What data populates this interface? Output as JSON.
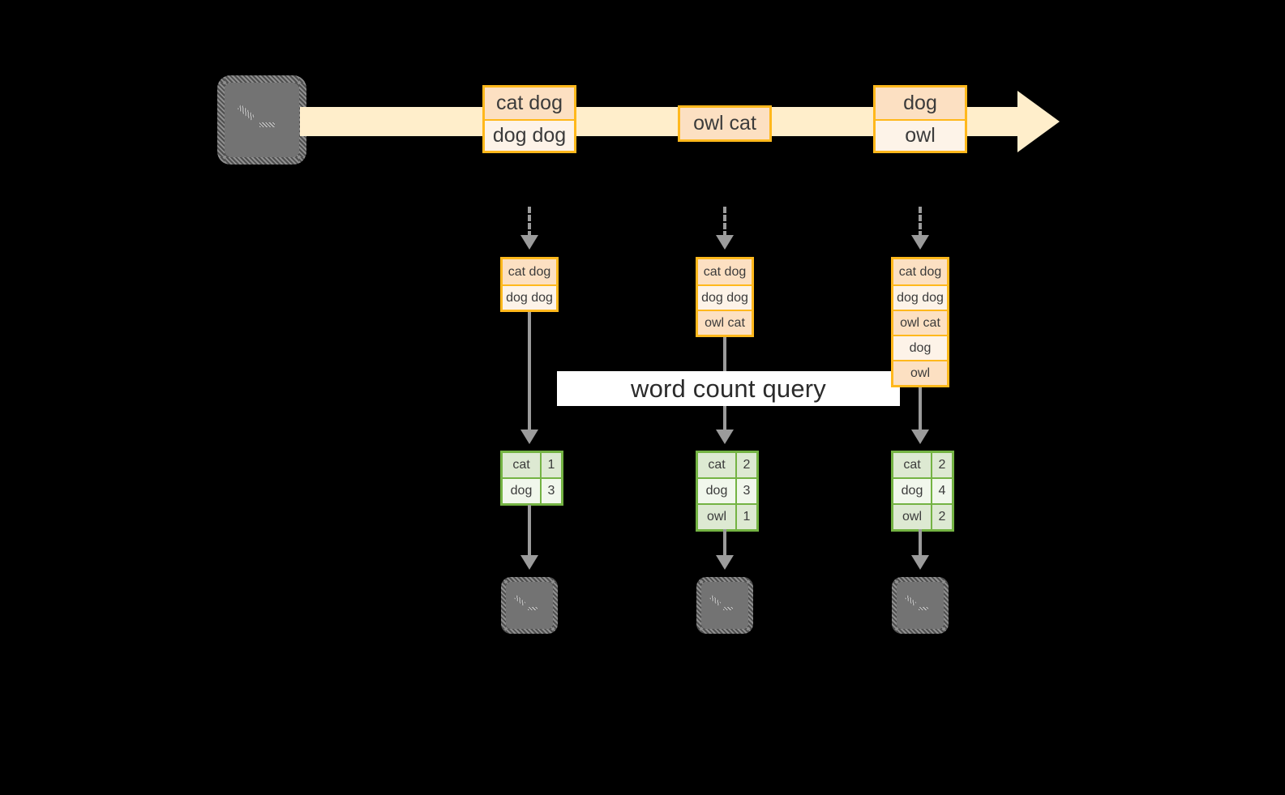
{
  "diagram": {
    "title": "word count query",
    "colors": {
      "background": "#000000",
      "record_border": "#ffb81c",
      "record_fill_shade": "#fce0c2",
      "record_fill_light": "#fdf3e8",
      "stream_band": "#ffeecb",
      "result_border": "#74b343",
      "result_fill_shade": "#dde9d2",
      "result_fill_light": "#f1f7ec",
      "connector": "#9b9b9b",
      "terminal": "#737373",
      "label_fill": "#ffffff"
    }
  },
  "source": {
    "icon": "terminal-icon"
  },
  "stream": {
    "records": [
      {
        "lines": [
          "cat dog",
          "dog dog"
        ]
      },
      {
        "lines": [
          "owl cat"
        ]
      },
      {
        "lines": [
          "dog",
          "owl"
        ]
      }
    ]
  },
  "query_label": "word count query",
  "columns": [
    {
      "input": {
        "lines": [
          "cat dog",
          "dog dog"
        ]
      },
      "result": {
        "rows": [
          {
            "word": "cat",
            "count": "1"
          },
          {
            "word": "dog",
            "count": "3"
          }
        ]
      },
      "sink": {
        "icon": "terminal-icon"
      }
    },
    {
      "input": {
        "lines": [
          "cat dog",
          "dog dog",
          "owl cat"
        ]
      },
      "result": {
        "rows": [
          {
            "word": "cat",
            "count": "2"
          },
          {
            "word": "dog",
            "count": "3"
          },
          {
            "word": "owl",
            "count": "1"
          }
        ]
      },
      "sink": {
        "icon": "terminal-icon"
      }
    },
    {
      "input": {
        "lines": [
          "cat dog",
          "dog dog",
          "owl cat",
          "dog",
          "owl"
        ]
      },
      "result": {
        "rows": [
          {
            "word": "cat",
            "count": "2"
          },
          {
            "word": "dog",
            "count": "4"
          },
          {
            "word": "owl",
            "count": "2"
          }
        ]
      },
      "sink": {
        "icon": "terminal-icon"
      }
    }
  ]
}
